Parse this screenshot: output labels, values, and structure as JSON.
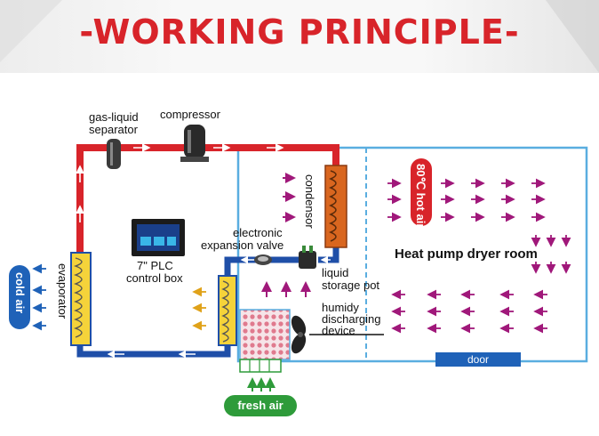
{
  "title": "-WORKING PRINCIPLE-",
  "labels": {
    "gas_liquid_separator_1": "gas-liquid",
    "gas_liquid_separator_2": "separator",
    "compressor": "compressor",
    "condensor": "condensor",
    "electronic_expansion_valve_1": "electronic",
    "electronic_expansion_valve_2": "expansion valve",
    "plc_1": "7\"  PLC",
    "plc_2": "control box",
    "liquid_storage_pot_1": "liquid",
    "liquid_storage_pot_2": "storage pot",
    "humidy_1": "humidy",
    "humidy_2": "discharging",
    "humidy_3": "device",
    "evaporator": "evaporator",
    "cold_air": "cold air",
    "fresh_air": "fresh air",
    "hot_air": "80℃ hot air",
    "dryer_room": "Heat pump dryer room",
    "door": "door"
  },
  "colors": {
    "title_red": "#d8242a",
    "hot_pipe": "#d8242a",
    "cold_pipe": "#1f4fa8",
    "room_border": "#5aaee0",
    "air_arrow": "#a0187a",
    "warm_arrow": "#e0a21a",
    "badge_blue": "#1f62b8",
    "badge_green": "#2e9b3a",
    "coil_fill": "#f5d33a",
    "condenser_fill": "#d9661f"
  }
}
